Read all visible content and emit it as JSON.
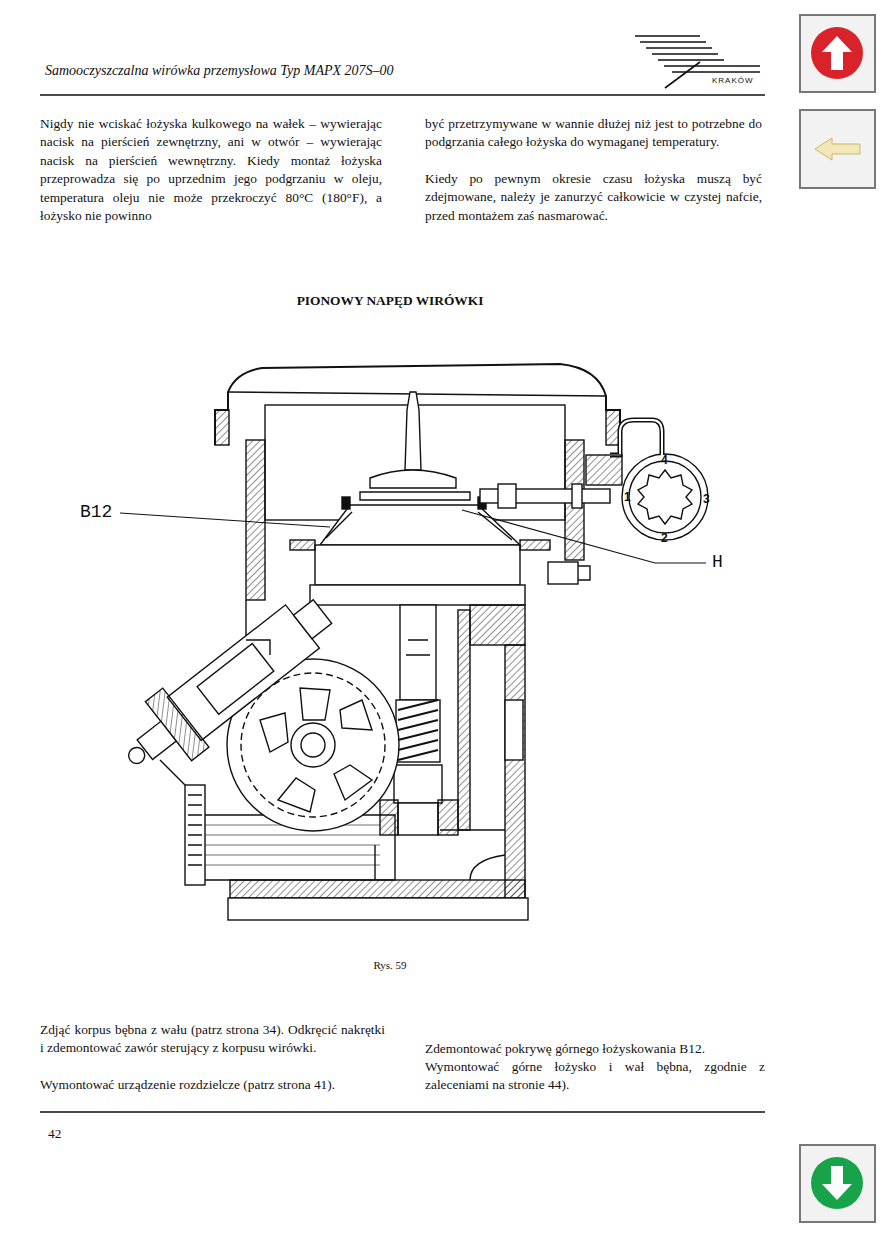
{
  "diagram": {
    "title": "PIONOWY NAPĘD WIRÓWKI",
    "caption": "Rys. 59",
    "labels": [
      "Samooczyszczalna wirówka przemysłowa Typ MAPX 207S–00",
      "KRAKÓW",
      "Nigdy nie wciskać łożyska kulkowego na wałek – wywierając nacisk na pierścień zewnętrzny, ani w otwór – wywierając nacisk na pierścień wewnętrzny. Kiedy montaż łożyska przeprowadza się po uprzednim jego podgrzaniu w oleju, temperatura oleju nie może przekroczyć 80°C (180°F), a łożysko nie powinno",
      "być przetrzymywane w wannie dłużej niż jest to potrzebne do podgrzania całego łożyska do wymaganej temperatury.",
      "Kiedy po pewnym okresie czasu łożyska muszą być zdejmowane, należy je zanurzyć całkowicie w czystej nafcie, przed montażem zaś nasmarować.",
      "B12",
      "H",
      "1",
      "2",
      "3",
      "4",
      "Zdjąć korpus bębna z wału (patrz strona 34). Odkręcić nakrętki i zdemontować zawór sterujący z korpusu wirówki.",
      "Wymontować urządzenie rozdzielcze (patrz strona 41).",
      "Zdemontować pokrywę górnego łożyskowania B12.",
      "Wymontować górne łożysko i wał bębna, zgodnie z zaleceniami na stronie 44).",
      "42"
    ]
  }
}
